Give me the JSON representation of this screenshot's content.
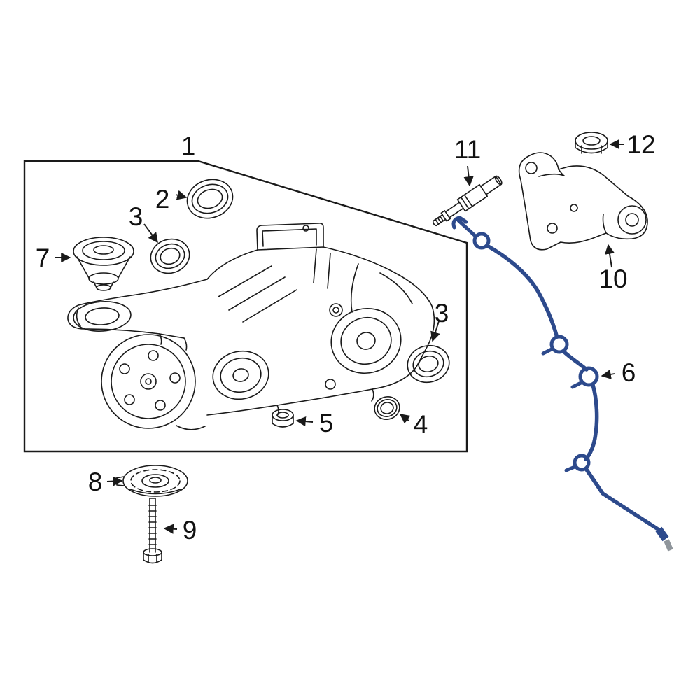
{
  "diagram": {
    "colors": {
      "background": "#ffffff",
      "line": "#1a1a1a",
      "highlight": "#2d4a8c",
      "connector_tip": "#8f959b"
    },
    "callouts": {
      "n1": "1",
      "n2": "2",
      "n3_left": "3",
      "n3_right": "3",
      "n4": "4",
      "n5": "5",
      "n6": "6",
      "n7": "7",
      "n8": "8",
      "n9": "9",
      "n10": "10",
      "n11": "11",
      "n12": "12"
    }
  }
}
